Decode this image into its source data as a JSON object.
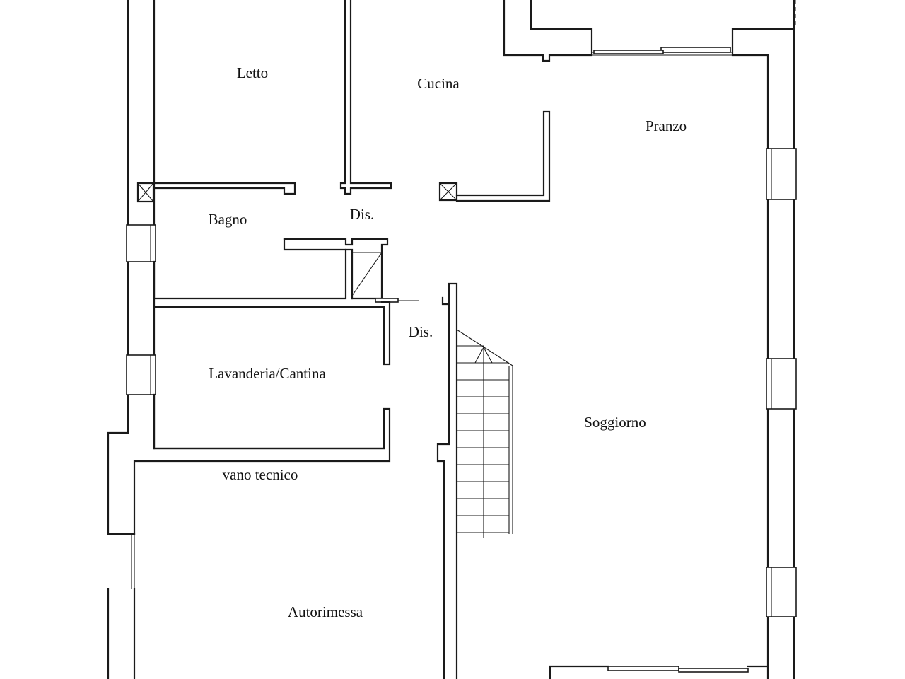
{
  "plan": {
    "rooms": {
      "letto": "Letto",
      "cucina": "Cucina",
      "pranzo": "Pranzo",
      "bagno": "Bagno",
      "dis_upper": "Dis.",
      "dis_lower": "Dis.",
      "lavanderia": "Lavanderia/Cantina",
      "soggiorno": "Soggiorno",
      "vano_tecnico": "vano tecnico",
      "autorimessa": "Autorimessa"
    },
    "colors": {
      "wall": "#1a1a1a",
      "background": "#ffffff"
    },
    "symbols": [
      "shaft-cross-icon",
      "stair-arrow-icon"
    ]
  }
}
